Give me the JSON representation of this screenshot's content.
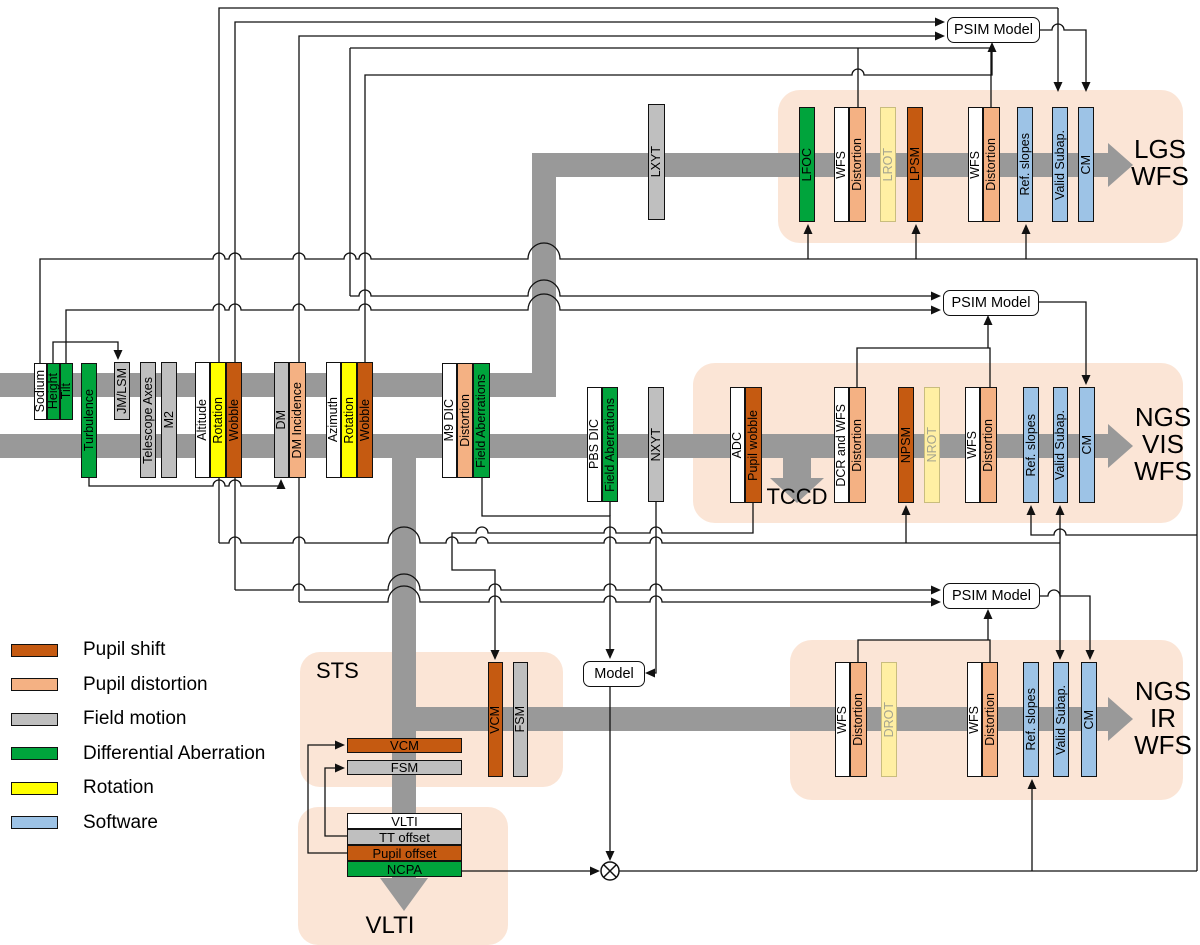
{
  "colors": {
    "pupil_shift": "#C55A11",
    "pupil_distortion": "#F4B183",
    "field_motion": "#BFBFBF",
    "differential_aberration": "#00A43C",
    "rotation": "#FFFF00",
    "rotation_faded": "#FFEFA3",
    "software": "#9DC3E6",
    "neutral": "#FFFFFF",
    "beam": "#999999",
    "container": "#FBE5D6",
    "line": "#111111"
  },
  "legend": [
    {
      "label": "Pupil shift",
      "role": "pupil_shift"
    },
    {
      "label": "Pupil distortion",
      "role": "pupil_distortion"
    },
    {
      "label": "Field motion",
      "role": "field_motion"
    },
    {
      "label": "Differential Aberration",
      "role": "differential_aberration"
    },
    {
      "label": "Rotation",
      "role": "rotation"
    },
    {
      "label": "Software",
      "role": "software"
    }
  ],
  "boxes": {
    "psim_lgs": "PSIM Model",
    "psim_ngs_vis": "PSIM Model",
    "psim_ngs_ir": "PSIM Model",
    "model": "Model"
  },
  "outputs": {
    "lgs": [
      "LGS",
      "WFS"
    ],
    "ngs_vis": [
      "NGS",
      "VIS",
      "WFS"
    ],
    "ngs_ir": [
      "NGS",
      "IR",
      "WFS"
    ],
    "tccd": "TCCD",
    "vlti": "VLTI",
    "sts": "STS"
  },
  "chain": [
    {
      "label": "Sodium",
      "role": "neutral"
    },
    {
      "label": "Height",
      "role": "differential_aberration"
    },
    {
      "label": "Tilt",
      "role": "differential_aberration"
    },
    {
      "label": "Turbulence",
      "role": "differential_aberration"
    },
    {
      "label": "JM/LSM",
      "role": "field_motion"
    },
    {
      "label": "Telescope Axes",
      "role": "field_motion"
    },
    {
      "label": "M2",
      "role": "field_motion"
    },
    {
      "label": "Altitude",
      "role": "neutral"
    },
    {
      "label": "Rotation",
      "role": "rotation"
    },
    {
      "label": "Wobble",
      "role": "pupil_shift"
    },
    {
      "label": "DM",
      "role": "field_motion"
    },
    {
      "label": "DM Incidence",
      "role": "pupil_distortion"
    },
    {
      "label": "Azimuth",
      "role": "neutral"
    },
    {
      "label": "Rotation",
      "role": "rotation"
    },
    {
      "label": "Wobble",
      "role": "pupil_shift"
    },
    {
      "label": "M9 DIC",
      "role": "neutral"
    },
    {
      "label": "Distortion",
      "role": "pupil_distortion"
    },
    {
      "label": "Field Aberrations",
      "role": "differential_aberration"
    },
    {
      "label": "PBS DIC",
      "role": "neutral"
    },
    {
      "label": "Field Aberrations",
      "role": "differential_aberration"
    },
    {
      "label": "NXYT",
      "role": "field_motion"
    },
    {
      "label": "LXYT",
      "role": "field_motion"
    }
  ],
  "lgs_chain": [
    {
      "label": "LFOC",
      "role": "differential_aberration"
    },
    {
      "label": "WFS",
      "role": "neutral"
    },
    {
      "label": "Distortion",
      "role": "pupil_distortion"
    },
    {
      "label": "LROT",
      "role": "rotation_faded"
    },
    {
      "label": "LPSM",
      "role": "pupil_shift"
    },
    {
      "label": "WFS",
      "role": "neutral"
    },
    {
      "label": "Distortion",
      "role": "pupil_distortion"
    },
    {
      "label": "Ref. slopes",
      "role": "software"
    },
    {
      "label": "Valid Subap.",
      "role": "software"
    },
    {
      "label": "CM",
      "role": "software"
    }
  ],
  "ngs_vis_chain": [
    {
      "label": "ADC",
      "role": "neutral"
    },
    {
      "label": "Pupil wobble",
      "role": "pupil_shift"
    },
    {
      "label": "DCR and WFS",
      "role": "neutral"
    },
    {
      "label": "Distortion",
      "role": "pupil_distortion"
    },
    {
      "label": "NPSM",
      "role": "pupil_shift"
    },
    {
      "label": "NROT",
      "role": "rotation_faded"
    },
    {
      "label": "WFS",
      "role": "neutral"
    },
    {
      "label": "Distortion",
      "role": "pupil_distortion"
    },
    {
      "label": "Ref. slopes",
      "role": "software"
    },
    {
      "label": "Valid Subap.",
      "role": "software"
    },
    {
      "label": "CM",
      "role": "software"
    }
  ],
  "ngs_ir_chain": [
    {
      "label": "WFS",
      "role": "neutral"
    },
    {
      "label": "Distortion",
      "role": "pupil_distortion"
    },
    {
      "label": "DROT",
      "role": "rotation_faded"
    },
    {
      "label": "WFS",
      "role": "neutral"
    },
    {
      "label": "Distortion",
      "role": "pupil_distortion"
    },
    {
      "label": "Ref. slopes",
      "role": "software"
    },
    {
      "label": "Valid Subap.",
      "role": "software"
    },
    {
      "label": "CM",
      "role": "software"
    }
  ],
  "sts_vertical": [
    {
      "label": "VCM",
      "role": "pupil_shift"
    },
    {
      "label": "FSM",
      "role": "field_motion"
    }
  ],
  "sts_horizontal": [
    {
      "label": "VCM",
      "role": "pupil_shift"
    },
    {
      "label": "FSM",
      "role": "field_motion"
    }
  ],
  "vlti_stack": [
    {
      "label": "VLTI",
      "role": "neutral"
    },
    {
      "label": "TT offset",
      "role": "field_motion"
    },
    {
      "label": "Pupil offset",
      "role": "pupil_shift"
    },
    {
      "label": "NCPA",
      "role": "differential_aberration"
    }
  ]
}
